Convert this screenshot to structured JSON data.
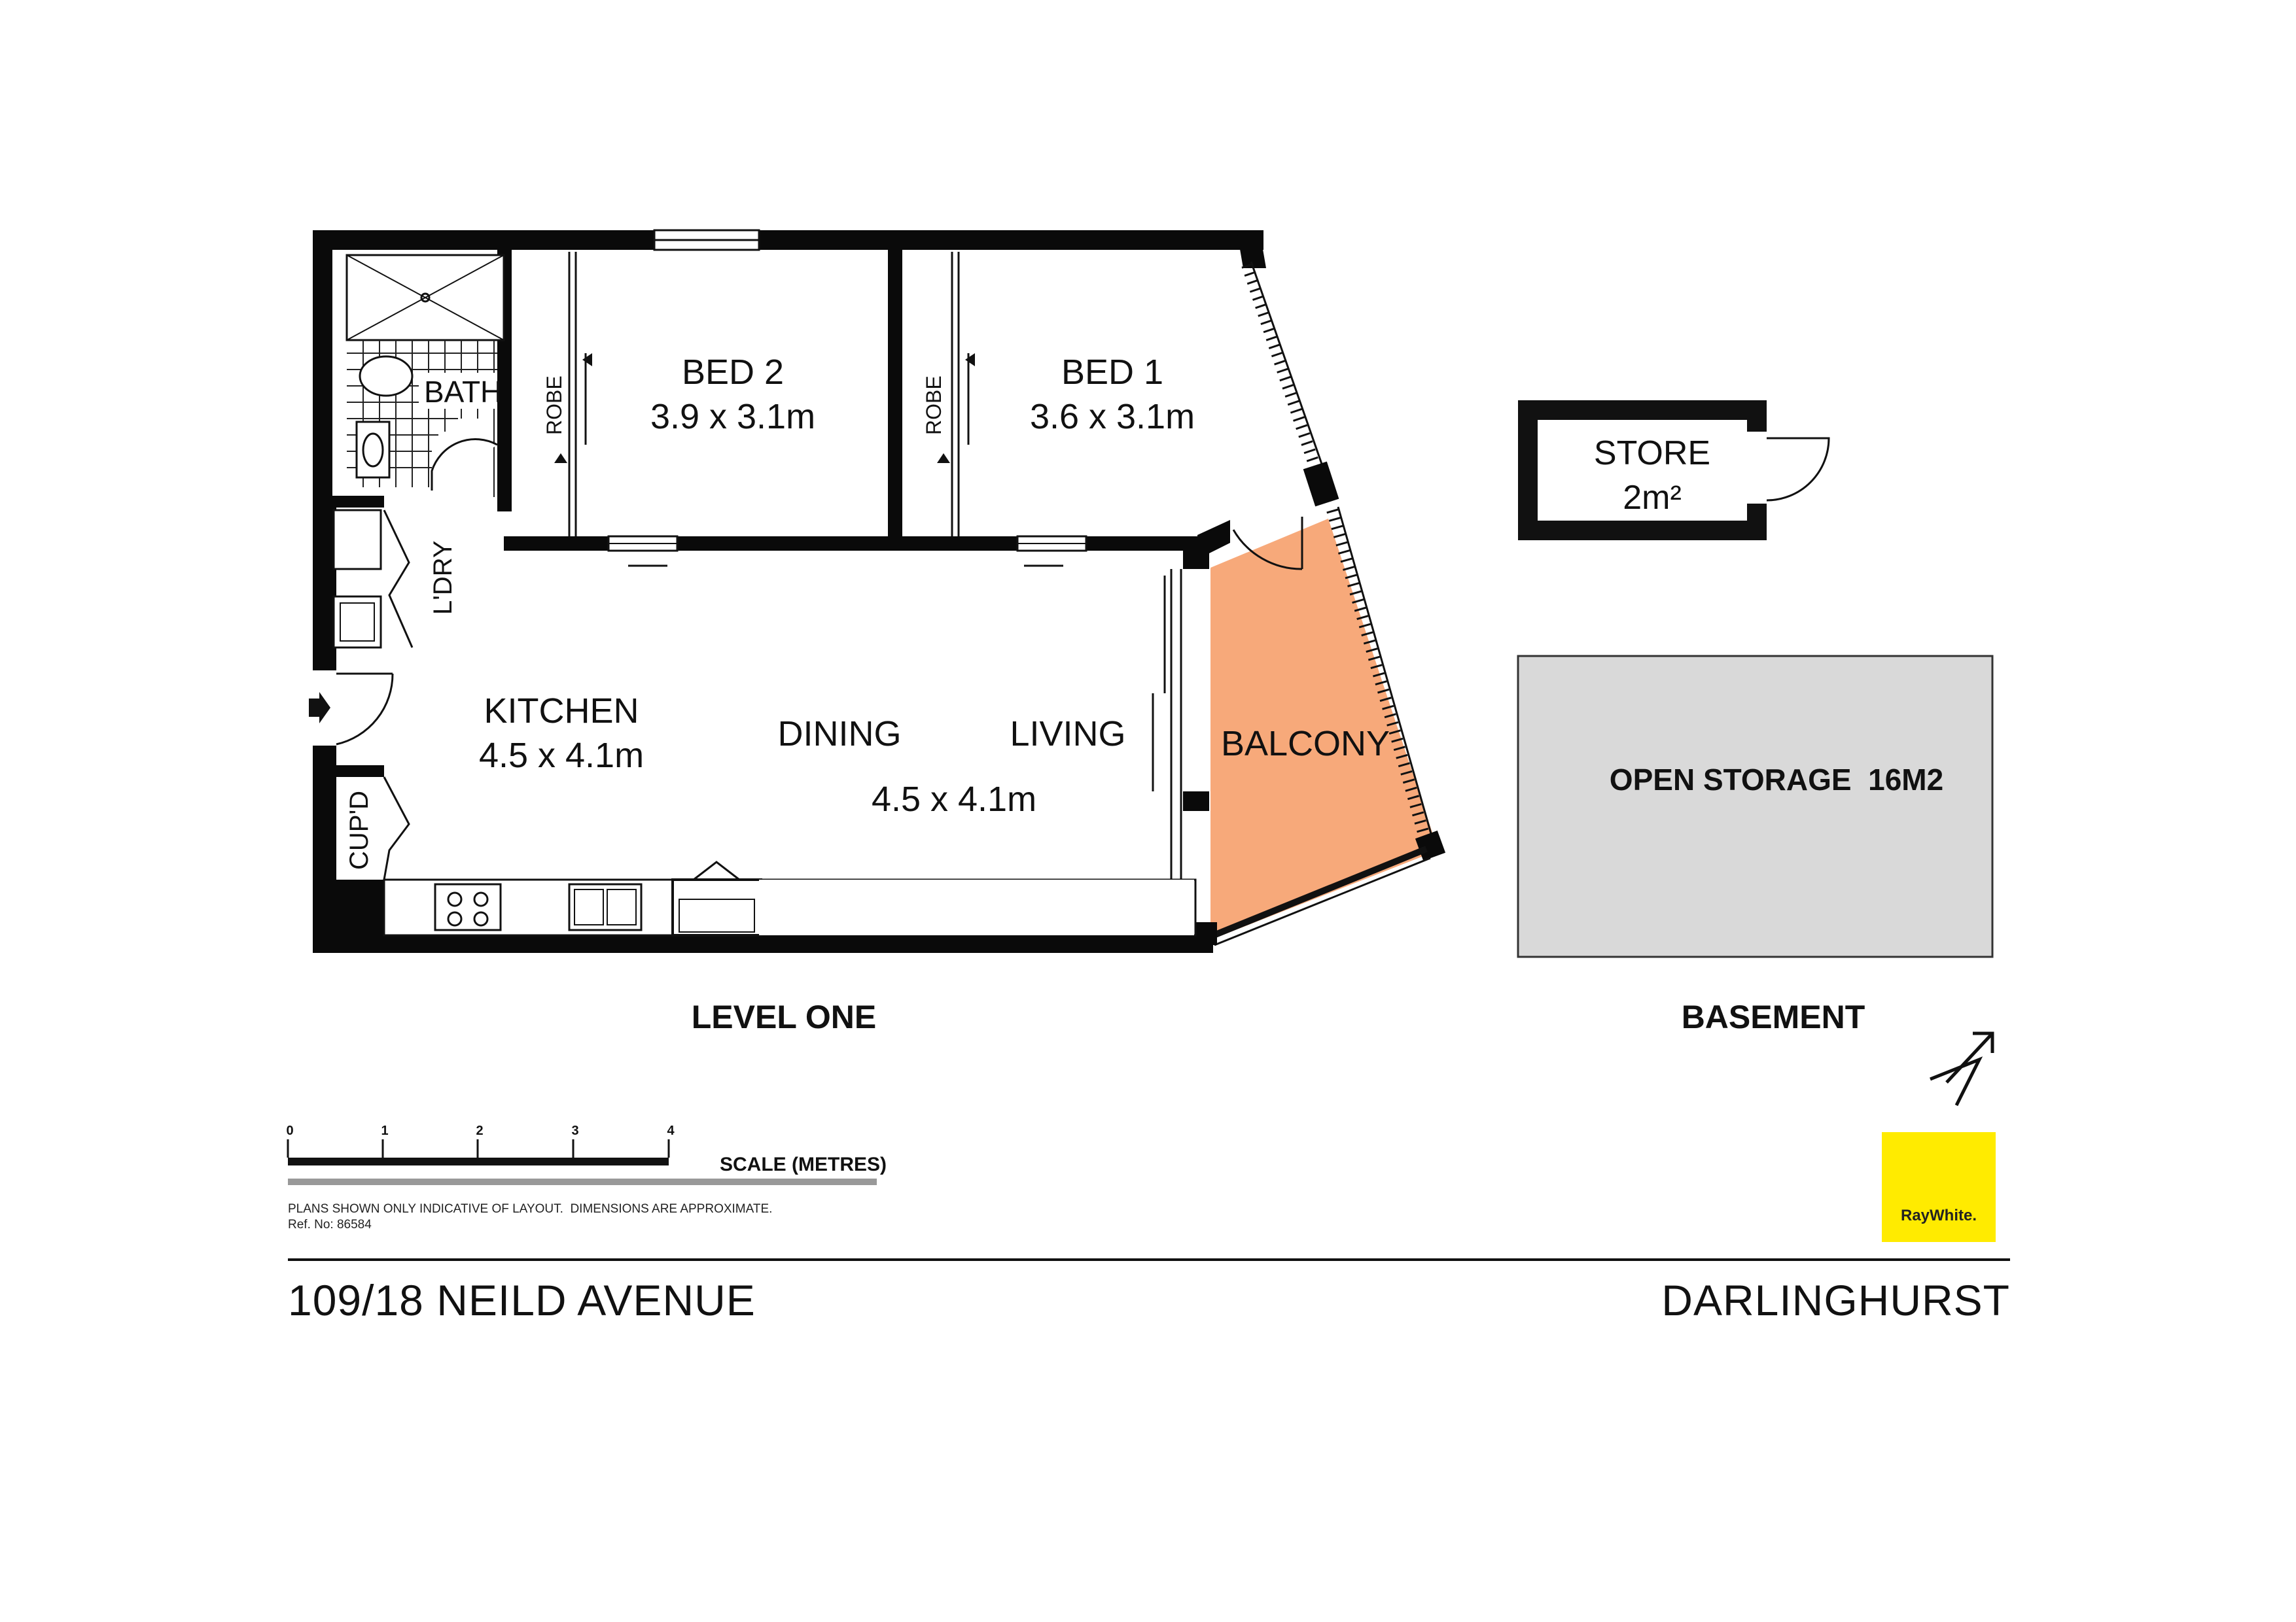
{
  "rooms": {
    "bath": "BATH",
    "ldry": "L'DRY",
    "cupd": "CUP'D",
    "robe2": "ROBE",
    "robe1": "ROBE",
    "bed2_name": "BED 2",
    "bed2_size": "3.9 x 3.1m",
    "bed1_name": "BED 1",
    "bed1_size": "3.6 x 3.1m",
    "kitchen_name": "KITCHEN",
    "kitchen_size": "4.5 x 4.1m",
    "dining": "DINING",
    "living": "LIVING",
    "living_size": "4.5 x 4.1m",
    "balcony": "BALCONY"
  },
  "basement": {
    "store_name": "STORE",
    "store_size": "2m²",
    "open_storage": "OPEN STORAGE  16M2"
  },
  "levels": {
    "level_one": "LEVEL ONE",
    "basement": "BASEMENT"
  },
  "scale": {
    "ticks": [
      "0",
      "1",
      "2",
      "3",
      "4"
    ],
    "label": "SCALE (METRES)"
  },
  "notes": {
    "disclaimer": "PLANS SHOWN ONLY INDICATIVE OF LAYOUT.  DIMENSIONS ARE APPROXIMATE.",
    "ref": "Ref. No: 86584"
  },
  "address": {
    "street": "109/18 NEILD AVENUE",
    "suburb": "DARLINGHURST"
  },
  "logo": {
    "text": "RayWhite."
  },
  "colors": {
    "balcony": "#f7a97a",
    "open_storage": "#d9d9d9",
    "logo": "#ffeb00",
    "wall": "#0a0a0a"
  }
}
